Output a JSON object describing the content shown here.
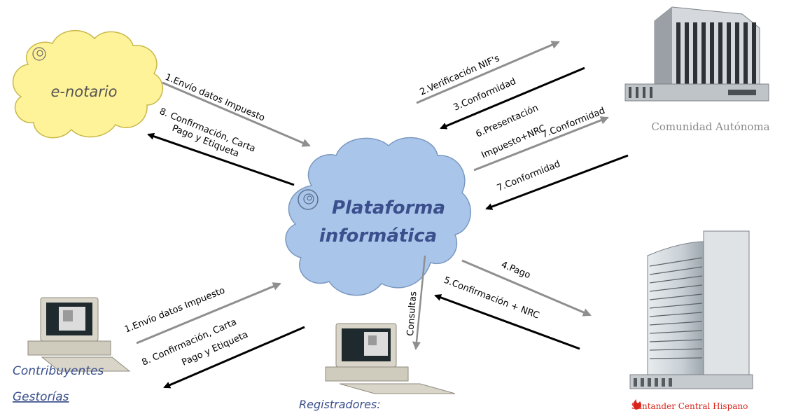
{
  "nodes": {
    "enotario": "e-notario",
    "plataforma_line1": "Plataforma",
    "plataforma_line2": "informática",
    "comunidad": "Comunidad Autónoma",
    "santander": "Santander Central Hispano",
    "contribuyentes": "Contribuyentes",
    "gestorias": "Gestorías",
    "registradores": "Registradores:"
  },
  "arrows": {
    "a1": "1.Envío datos Impuesto",
    "a8_line1": "8. Confirmación, Carta",
    "a8_line2": "Pago y Etiqueta",
    "a2": "2.Verificación NIF's",
    "a3": "3.Conformidad",
    "a6_line1": "6.Presentación",
    "a6_line2": "Impuesto+NRC",
    "a7a": "7.Conformidad",
    "a7b": "7.Conformidad",
    "a4": "4.Pago",
    "a5": "5.Confirmación + NRC",
    "b1": "1.Envío datos Impuesto",
    "b8_line1": "8. Confirmación, Carta",
    "b8_line2": "Pago y Etiqueta",
    "consultas": "Consultas"
  },
  "colors": {
    "cloud_yellow": "#fff39a",
    "cloud_blue": "#a9c6ea",
    "arrow_black": "#000000",
    "arrow_gray": "#8f8f8f",
    "label_blue": "#3a4f8c",
    "bank_red": "#d9261c"
  }
}
